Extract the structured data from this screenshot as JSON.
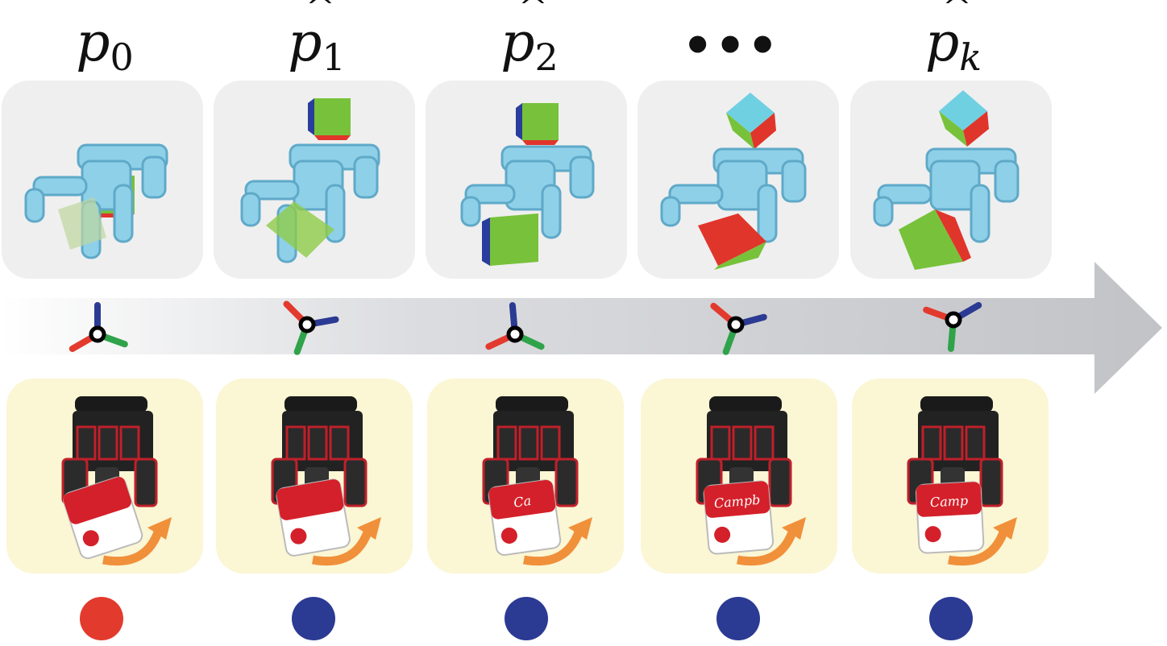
{
  "steps": [
    {
      "label": "p",
      "sub": "0",
      "hat": false,
      "frame_angles": [
        90,
        210,
        340
      ],
      "status_color": "#e33a2e"
    },
    {
      "label": "p",
      "sub": "1",
      "hat": true,
      "frame_angles": [
        10,
        135,
        250
      ],
      "status_color": "#2b3a92"
    },
    {
      "label": "p",
      "sub": "2",
      "hat": true,
      "frame_angles": [
        95,
        205,
        335
      ],
      "status_color": "#2b3a92"
    },
    {
      "label": "•••",
      "ellipsis": true,
      "frame_angles": [
        15,
        140,
        250
      ],
      "status_color": "#2b3a92"
    },
    {
      "label": "p",
      "sub": "k",
      "hat": true,
      "frame_angles": [
        30,
        160,
        265
      ],
      "status_color": "#2b3a92"
    }
  ],
  "colors": {
    "hand_blue": "#8ed0e8",
    "hand_shadow": "#5fa9c8",
    "cube_green": "#77c23a",
    "cube_blue": "#2a3d9c",
    "cube_red": "#e0352b",
    "cube_cyan": "#6fd0e2",
    "arrow_gray": "#c4c5c9",
    "axis_blue": "#2b3a92",
    "axis_red": "#e33a2e",
    "axis_green": "#2fa34a",
    "sim_tile": "#efefef",
    "real_tile": "#fbf6d4",
    "rotation_arrow": "#f0903a",
    "can_red": "#d4202a"
  }
}
